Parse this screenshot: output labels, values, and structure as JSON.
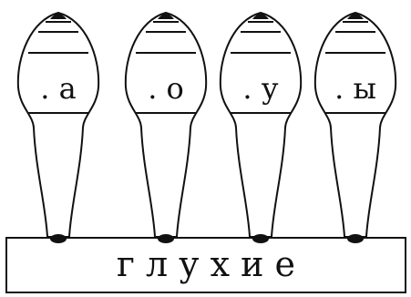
{
  "diagram": {
    "pins": [
      {
        "id": "pin-1",
        "label": ". а"
      },
      {
        "id": "pin-2",
        "label": ". о"
      },
      {
        "id": "pin-3",
        "label": ". у"
      },
      {
        "id": "pin-4",
        "label": ". ы"
      }
    ],
    "base": {
      "label": "г л у х и е"
    },
    "colors": {
      "stroke": "#111111",
      "background": "#ffffff"
    }
  }
}
